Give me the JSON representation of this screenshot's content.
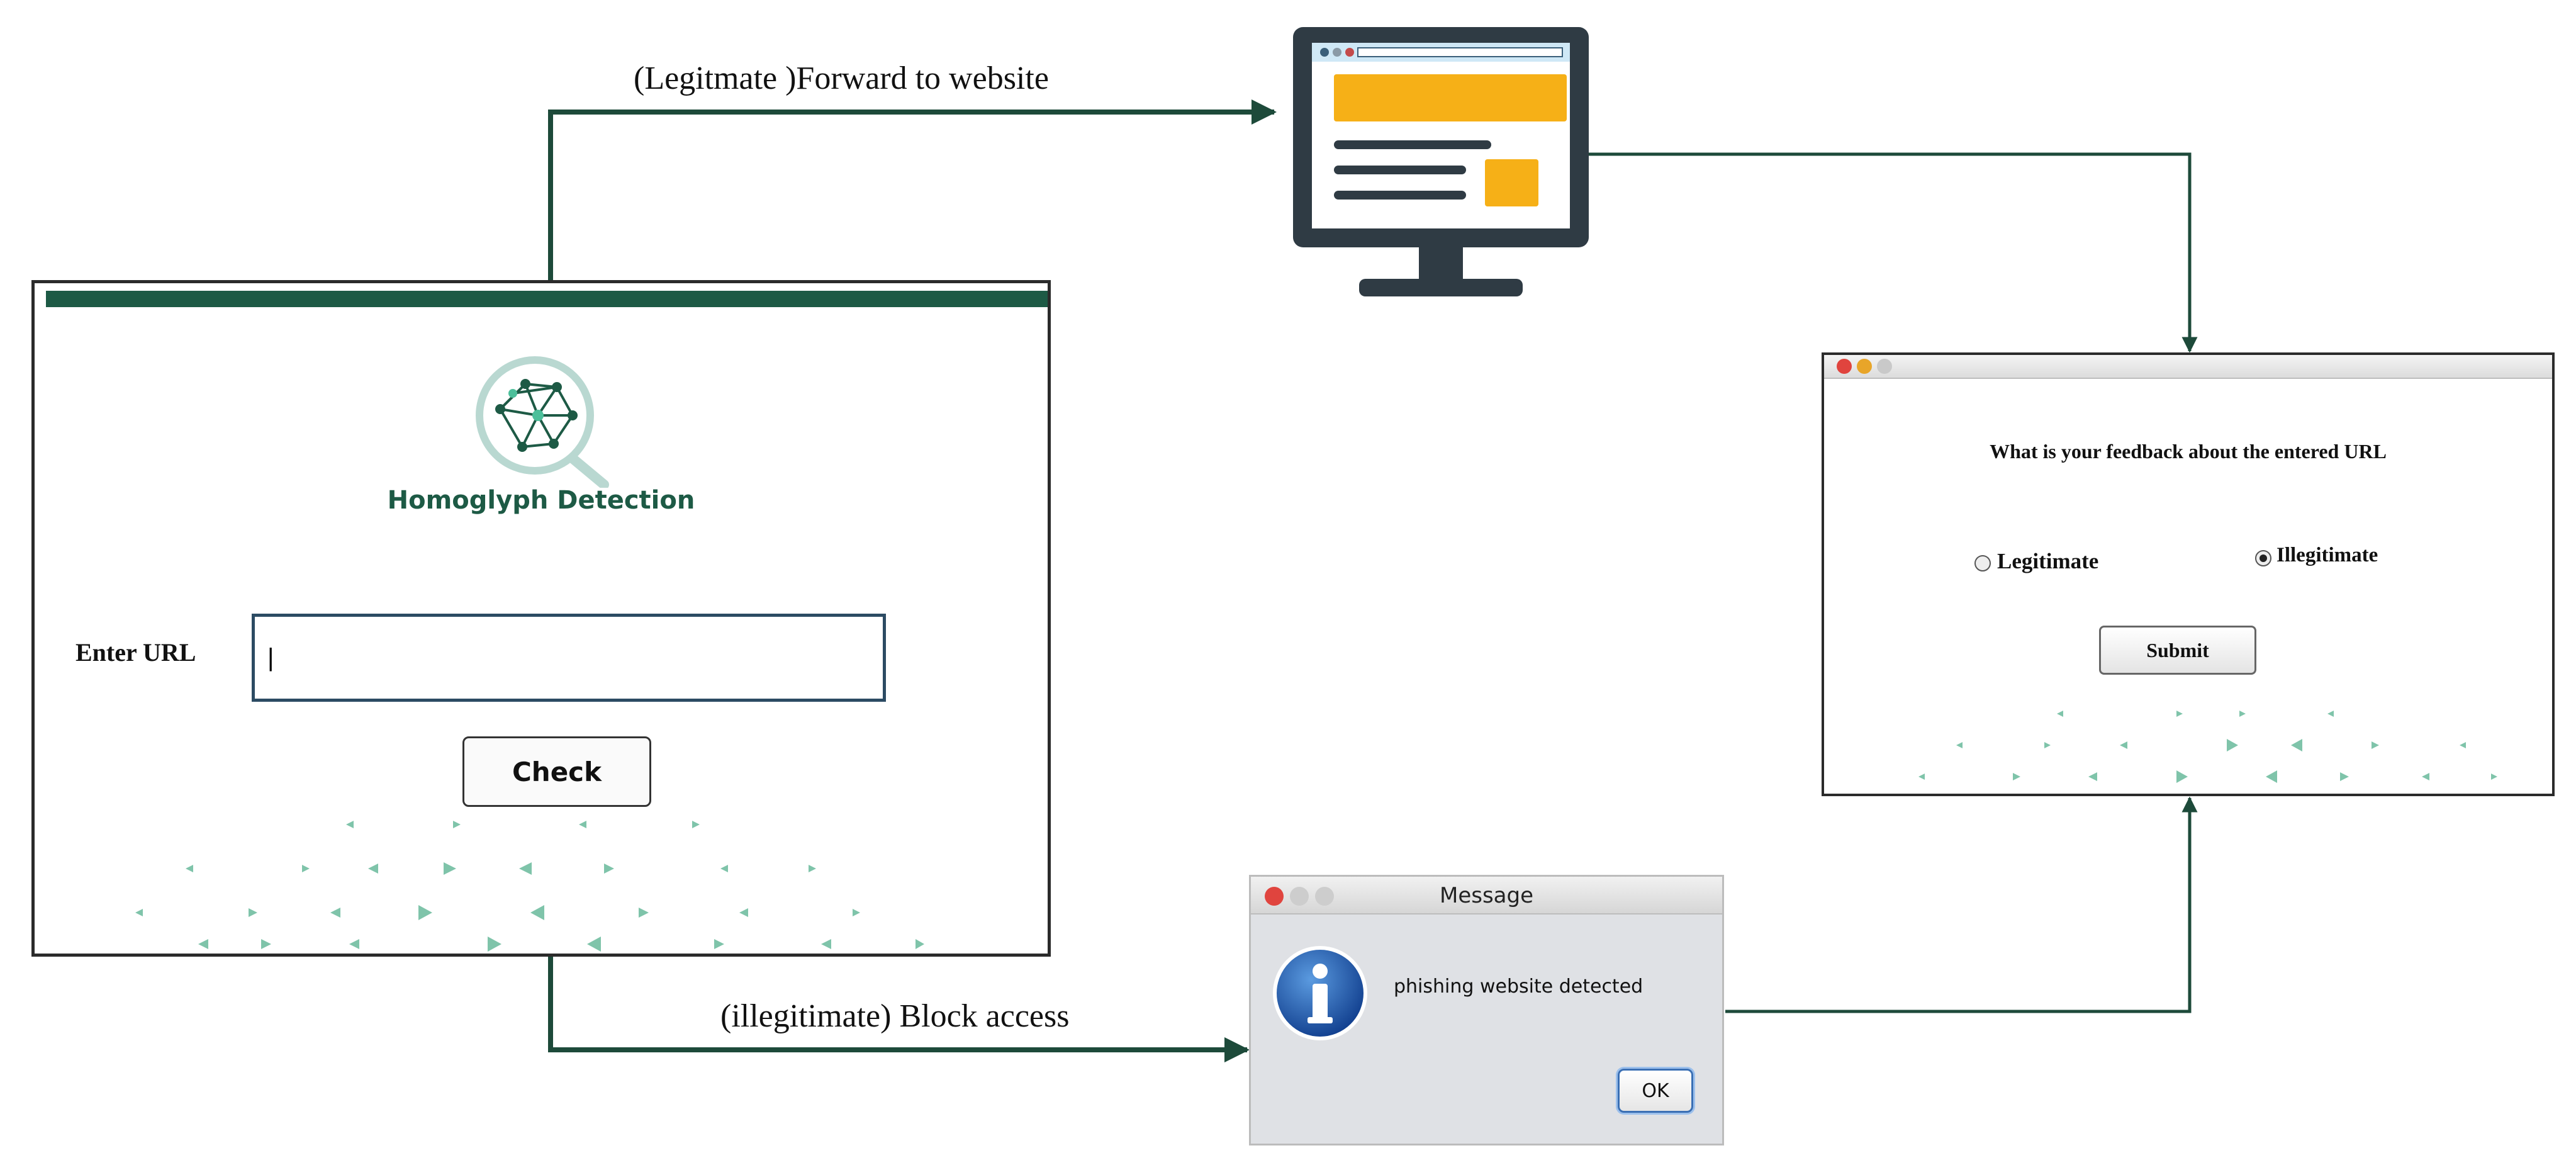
{
  "flow": {
    "forward_label": "(Legitmate )Forward to website",
    "block_label": "(illegitimate) Block access"
  },
  "main_window": {
    "logo_text": "Homoglyph Detection",
    "url_label": "Enter URL",
    "url_value": "|",
    "check_button": "Check"
  },
  "website_icon": {
    "icon": "website-monitor-icon",
    "accent_color": "#f6b017"
  },
  "feedback_window": {
    "question": "What is your feedback about the entered URL",
    "options": [
      {
        "label": "Legitimate",
        "selected": false
      },
      {
        "label": "Illegitimate",
        "selected": true
      }
    ],
    "submit_button": "Submit"
  },
  "message_dialog": {
    "title": "Message",
    "message": "phishing website detected",
    "ok_button": "OK",
    "icon": "info-icon"
  },
  "colors": {
    "arrow": "#1d4a3a",
    "brand": "#1d5a45",
    "decor": "#7fc4aa"
  }
}
